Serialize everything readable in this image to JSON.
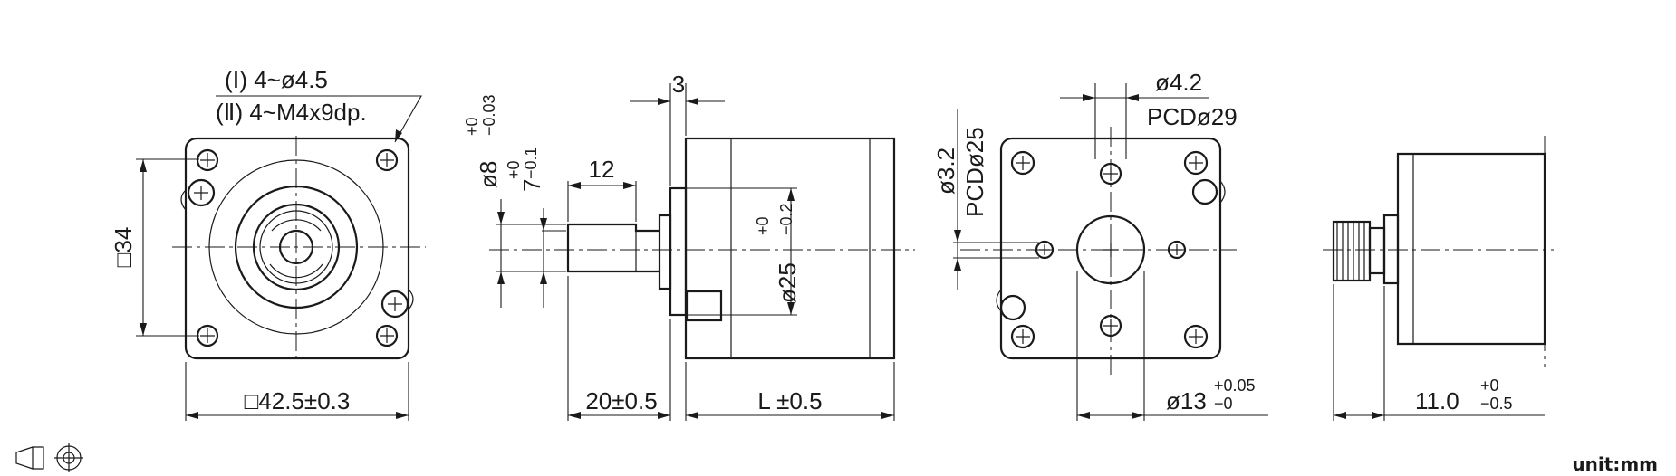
{
  "view1": {
    "hole_note_1": "(Ⅰ) 4~ø4.5",
    "hole_note_2": "(Ⅱ) 4~M4x9dp.",
    "square_34": "□34",
    "width_dim": "□42.5±0.3"
  },
  "view2": {
    "shaft_dia": "ø8",
    "shaft_dia_tol_upper": "+0",
    "shaft_dia_tol_lower": "−0.03",
    "flat_dim": "7",
    "flat_tol_upper": "+0",
    "flat_tol_lower": "−0.1",
    "flat_length": "12",
    "boss_width": "3",
    "boss_dia": "ø25",
    "boss_dia_tol_upper": "+0",
    "boss_dia_tol_lower": "−0.2",
    "shaft_length": "20±0.5",
    "body_length": "L ±0.5"
  },
  "view3": {
    "small_hole": "ø3.2",
    "pcd_small": "PCDø25",
    "hole_dia": "ø4.2",
    "pcd_large": "PCDø29",
    "center_dia": "ø13",
    "center_tol_upper": "+0.05",
    "center_tol_lower": "−0"
  },
  "view4": {
    "length": "11.0",
    "length_tol_upper": "+0",
    "length_tol_lower": "−0.5"
  },
  "projection_symbols": [
    "first-angle-cone-icon",
    "first-angle-circle-icon"
  ],
  "unit_label": "unit:mm"
}
